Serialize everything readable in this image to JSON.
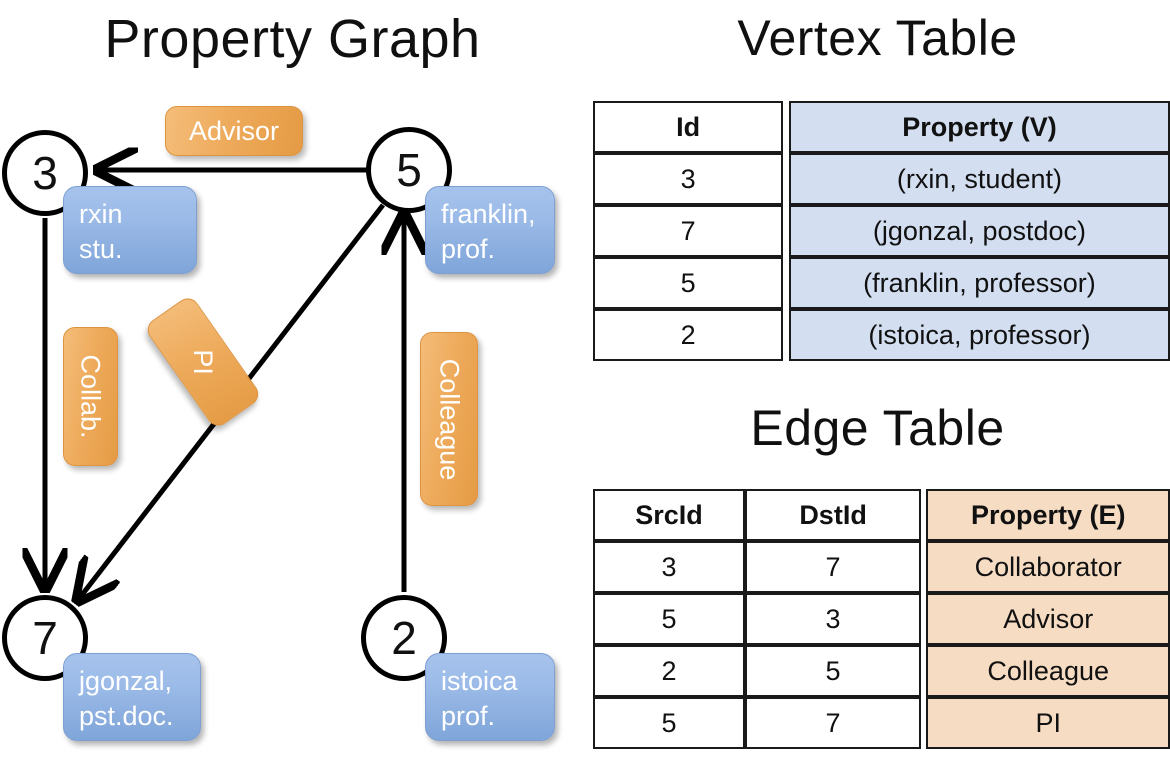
{
  "titles": {
    "property_graph": "Property Graph",
    "vertex_table": "Vertex Table",
    "edge_table": "Edge Table"
  },
  "colors": {
    "vertex_property_fill": "#d3dff1",
    "edge_property_fill": "#f6dcc2",
    "node_callout_blue": "#9cbbe8",
    "edge_callout_orange": "#eeab5c",
    "stroke": "#000000"
  },
  "graph": {
    "nodes": [
      {
        "id": "3",
        "label": "3",
        "property_line1": "rxin",
        "property_line2": "stu.",
        "property_text": "rxin\nstu."
      },
      {
        "id": "5",
        "label": "5",
        "property_line1": "franklin,",
        "property_line2": "prof.",
        "property_text": "franklin,\nprof."
      },
      {
        "id": "7",
        "label": "7",
        "property_line1": "jgonzal,",
        "property_line2": "pst.doc.",
        "property_text": "jgonzal,\npst.doc."
      },
      {
        "id": "2",
        "label": "2",
        "property_line1": "istoica",
        "property_line2": "prof.",
        "property_text": "istoica\nprof."
      }
    ],
    "edge_labels": [
      {
        "name": "advisor",
        "text": "Advisor",
        "orientation": "horizontal"
      },
      {
        "name": "collab",
        "text": "Collab.",
        "orientation": "vertical"
      },
      {
        "name": "pi",
        "text": "PI",
        "orientation": "diagonal"
      },
      {
        "name": "colleague",
        "text": "Colleague",
        "orientation": "vertical"
      }
    ],
    "edges": [
      {
        "src": "5",
        "dst": "3",
        "label": "Advisor"
      },
      {
        "src": "3",
        "dst": "7",
        "label": "Collab."
      },
      {
        "src": "5",
        "dst": "7",
        "label": "PI"
      },
      {
        "src": "2",
        "dst": "5",
        "label": "Colleague"
      }
    ]
  },
  "vertex_table": {
    "headers": [
      "Id",
      "Property (V)"
    ],
    "rows": [
      {
        "id": "3",
        "property": "(rxin, student)"
      },
      {
        "id": "7",
        "property": "(jgonzal, postdoc)"
      },
      {
        "id": "5",
        "property": "(franklin, professor)"
      },
      {
        "id": "2",
        "property": "(istoica, professor)"
      }
    ]
  },
  "edge_table": {
    "headers": [
      "SrcId",
      "DstId",
      "Property (E)"
    ],
    "rows": [
      {
        "src": "3",
        "dst": "7",
        "property": "Collaborator"
      },
      {
        "src": "5",
        "dst": "3",
        "property": "Advisor"
      },
      {
        "src": "2",
        "dst": "5",
        "property": "Colleague"
      },
      {
        "src": "5",
        "dst": "7",
        "property": "PI"
      }
    ]
  }
}
